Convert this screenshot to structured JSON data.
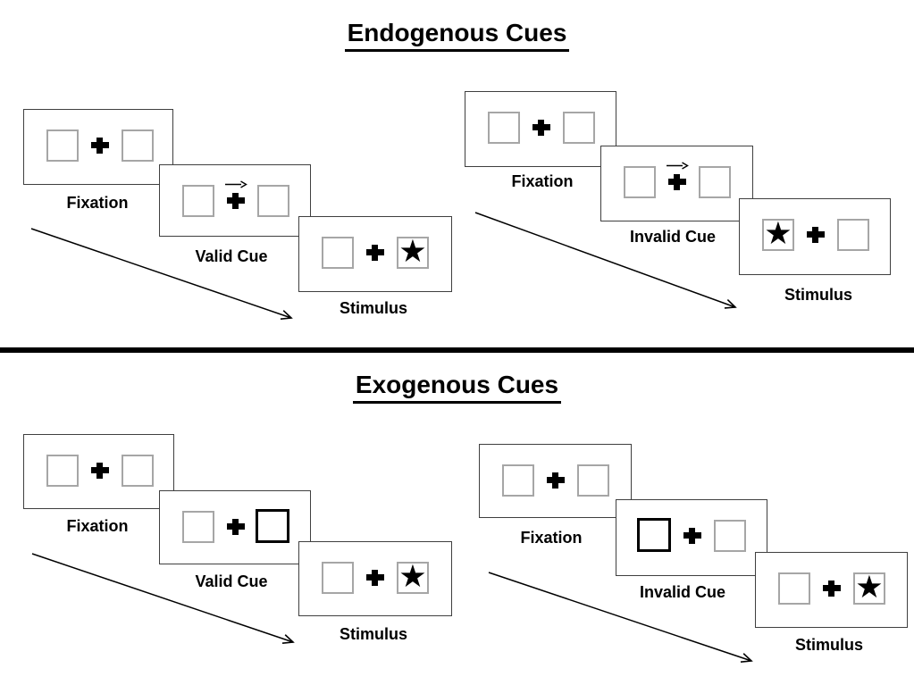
{
  "symbols": {
    "stimulus_star": "★"
  },
  "colors": {
    "background": "#ffffff",
    "ink": "#000000",
    "panel_border": "#3f3f3f",
    "box_border": "#a6a6a6"
  },
  "sections": [
    {
      "title": "Endogenous Cues",
      "groups": [
        {
          "name": "valid",
          "fixation_label": "Fixation",
          "cue_label": "Valid Cue",
          "stimulus_label": "Stimulus",
          "cue_type": "central-arrow-right-above-cross",
          "star_side": "right"
        },
        {
          "name": "invalid",
          "fixation_label": "Fixation",
          "cue_label": "Invalid Cue",
          "stimulus_label": "Stimulus",
          "cue_type": "central-arrow-right-above-cross",
          "star_side": "left"
        }
      ]
    },
    {
      "title": "Exogenous Cues",
      "groups": [
        {
          "name": "valid",
          "fixation_label": "Fixation",
          "cue_label": "Valid Cue",
          "stimulus_label": "Stimulus",
          "cue_type": "thick-outline-right-box",
          "star_side": "right"
        },
        {
          "name": "invalid",
          "fixation_label": "Fixation",
          "cue_label": "Invalid Cue",
          "stimulus_label": "Stimulus",
          "cue_type": "thick-outline-left-box",
          "star_side": "right"
        }
      ]
    }
  ]
}
